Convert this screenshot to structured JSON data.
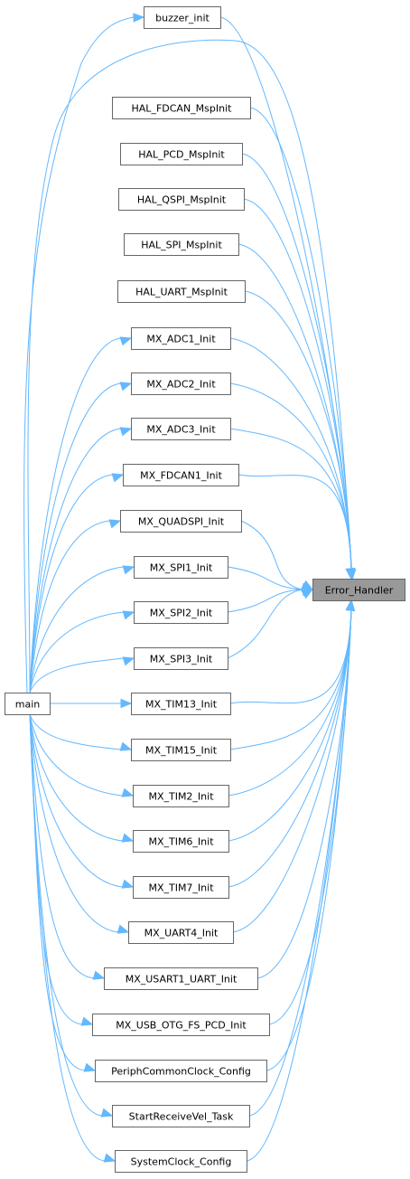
{
  "graph": {
    "target": "Error_Handler",
    "source": "main",
    "edge_color": "#63b8ff",
    "target_fill": "#999999",
    "nodes": [
      "buzzer_init",
      "HAL_FDCAN_MspInit",
      "HAL_PCD_MspInit",
      "HAL_QSPI_MspInit",
      "HAL_SPI_MspInit",
      "HAL_UART_MspInit",
      "MX_ADC1_Init",
      "MX_ADC2_Init",
      "MX_ADC3_Init",
      "MX_FDCAN1_Init",
      "MX_QUADSPI_Init",
      "MX_SPI1_Init",
      "MX_SPI2_Init",
      "MX_SPI3_Init",
      "MX_TIM13_Init",
      "MX_TIM15_Init",
      "MX_TIM2_Init",
      "MX_TIM6_Init",
      "MX_TIM7_Init",
      "MX_UART4_Init",
      "MX_USART1_UART_Init",
      "MX_USB_OTG_FS_PCD_Init",
      "PeriphCommonClock_Config",
      "StartReceiveVel_Task",
      "SystemClock_Config"
    ],
    "edges": [
      [
        "main",
        "buzzer_init"
      ],
      [
        "main",
        "Error_Handler"
      ],
      [
        "main",
        "MX_ADC1_Init"
      ],
      [
        "main",
        "MX_ADC2_Init"
      ],
      [
        "main",
        "MX_ADC3_Init"
      ],
      [
        "main",
        "MX_FDCAN1_Init"
      ],
      [
        "main",
        "MX_QUADSPI_Init"
      ],
      [
        "main",
        "MX_SPI1_Init"
      ],
      [
        "main",
        "MX_SPI2_Init"
      ],
      [
        "main",
        "MX_SPI3_Init"
      ],
      [
        "main",
        "MX_TIM13_Init"
      ],
      [
        "main",
        "MX_TIM15_Init"
      ],
      [
        "main",
        "MX_TIM2_Init"
      ],
      [
        "main",
        "MX_TIM6_Init"
      ],
      [
        "main",
        "MX_TIM7_Init"
      ],
      [
        "main",
        "MX_UART4_Init"
      ],
      [
        "main",
        "MX_USART1_UART_Init"
      ],
      [
        "main",
        "MX_USB_OTG_FS_PCD_Init"
      ],
      [
        "main",
        "PeriphCommonClock_Config"
      ],
      [
        "main",
        "StartReceiveVel_Task"
      ],
      [
        "main",
        "SystemClock_Config"
      ],
      [
        "buzzer_init",
        "Error_Handler"
      ],
      [
        "HAL_FDCAN_MspInit",
        "Error_Handler"
      ],
      [
        "HAL_PCD_MspInit",
        "Error_Handler"
      ],
      [
        "HAL_QSPI_MspInit",
        "Error_Handler"
      ],
      [
        "HAL_SPI_MspInit",
        "Error_Handler"
      ],
      [
        "HAL_UART_MspInit",
        "Error_Handler"
      ],
      [
        "MX_ADC1_Init",
        "Error_Handler"
      ],
      [
        "MX_ADC2_Init",
        "Error_Handler"
      ],
      [
        "MX_ADC3_Init",
        "Error_Handler"
      ],
      [
        "MX_FDCAN1_Init",
        "Error_Handler"
      ],
      [
        "MX_QUADSPI_Init",
        "Error_Handler"
      ],
      [
        "MX_SPI1_Init",
        "Error_Handler"
      ],
      [
        "MX_SPI2_Init",
        "Error_Handler"
      ],
      [
        "MX_SPI3_Init",
        "Error_Handler"
      ],
      [
        "MX_TIM13_Init",
        "Error_Handler"
      ],
      [
        "MX_TIM15_Init",
        "Error_Handler"
      ],
      [
        "MX_TIM2_Init",
        "Error_Handler"
      ],
      [
        "MX_TIM6_Init",
        "Error_Handler"
      ],
      [
        "MX_TIM7_Init",
        "Error_Handler"
      ],
      [
        "MX_UART4_Init",
        "Error_Handler"
      ],
      [
        "MX_USART1_UART_Init",
        "Error_Handler"
      ],
      [
        "MX_USB_OTG_FS_PCD_Init",
        "Error_Handler"
      ],
      [
        "PeriphCommonClock_Config",
        "Error_Handler"
      ],
      [
        "StartReceiveVel_Task",
        "Error_Handler"
      ],
      [
        "SystemClock_Config",
        "Error_Handler"
      ]
    ]
  }
}
